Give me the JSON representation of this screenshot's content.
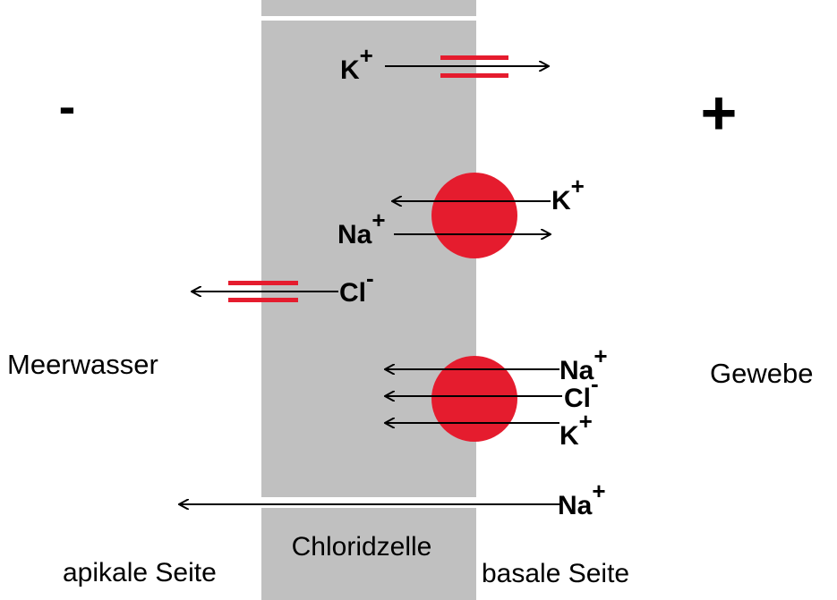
{
  "charges": {
    "left": "-",
    "right": "+"
  },
  "sides": {
    "left_medium": "Meerwasser",
    "right_medium": "Gewebe",
    "apical": "apikale Seite",
    "basal": "basale Seite",
    "cell": "Chloridzelle"
  },
  "ions": {
    "k_channel": {
      "symbol": "K",
      "charge": "+"
    },
    "pump_k": {
      "symbol": "K",
      "charge": "+"
    },
    "pump_na": {
      "symbol": "Na",
      "charge": "+"
    },
    "cl_channel": {
      "symbol": "Cl",
      "charge": "-"
    },
    "cotransport_na": {
      "symbol": "Na",
      "charge": "+"
    },
    "cotransport_cl": {
      "symbol": "Cl",
      "charge": "-"
    },
    "cotransport_k": {
      "symbol": "K",
      "charge": "+"
    },
    "paracellular_na": {
      "symbol": "Na",
      "charge": "+"
    }
  },
  "colors": {
    "cell": "#c0c0c0",
    "transporter": "#e51c2e",
    "arrow": "#000000",
    "background": "#ffffff"
  }
}
